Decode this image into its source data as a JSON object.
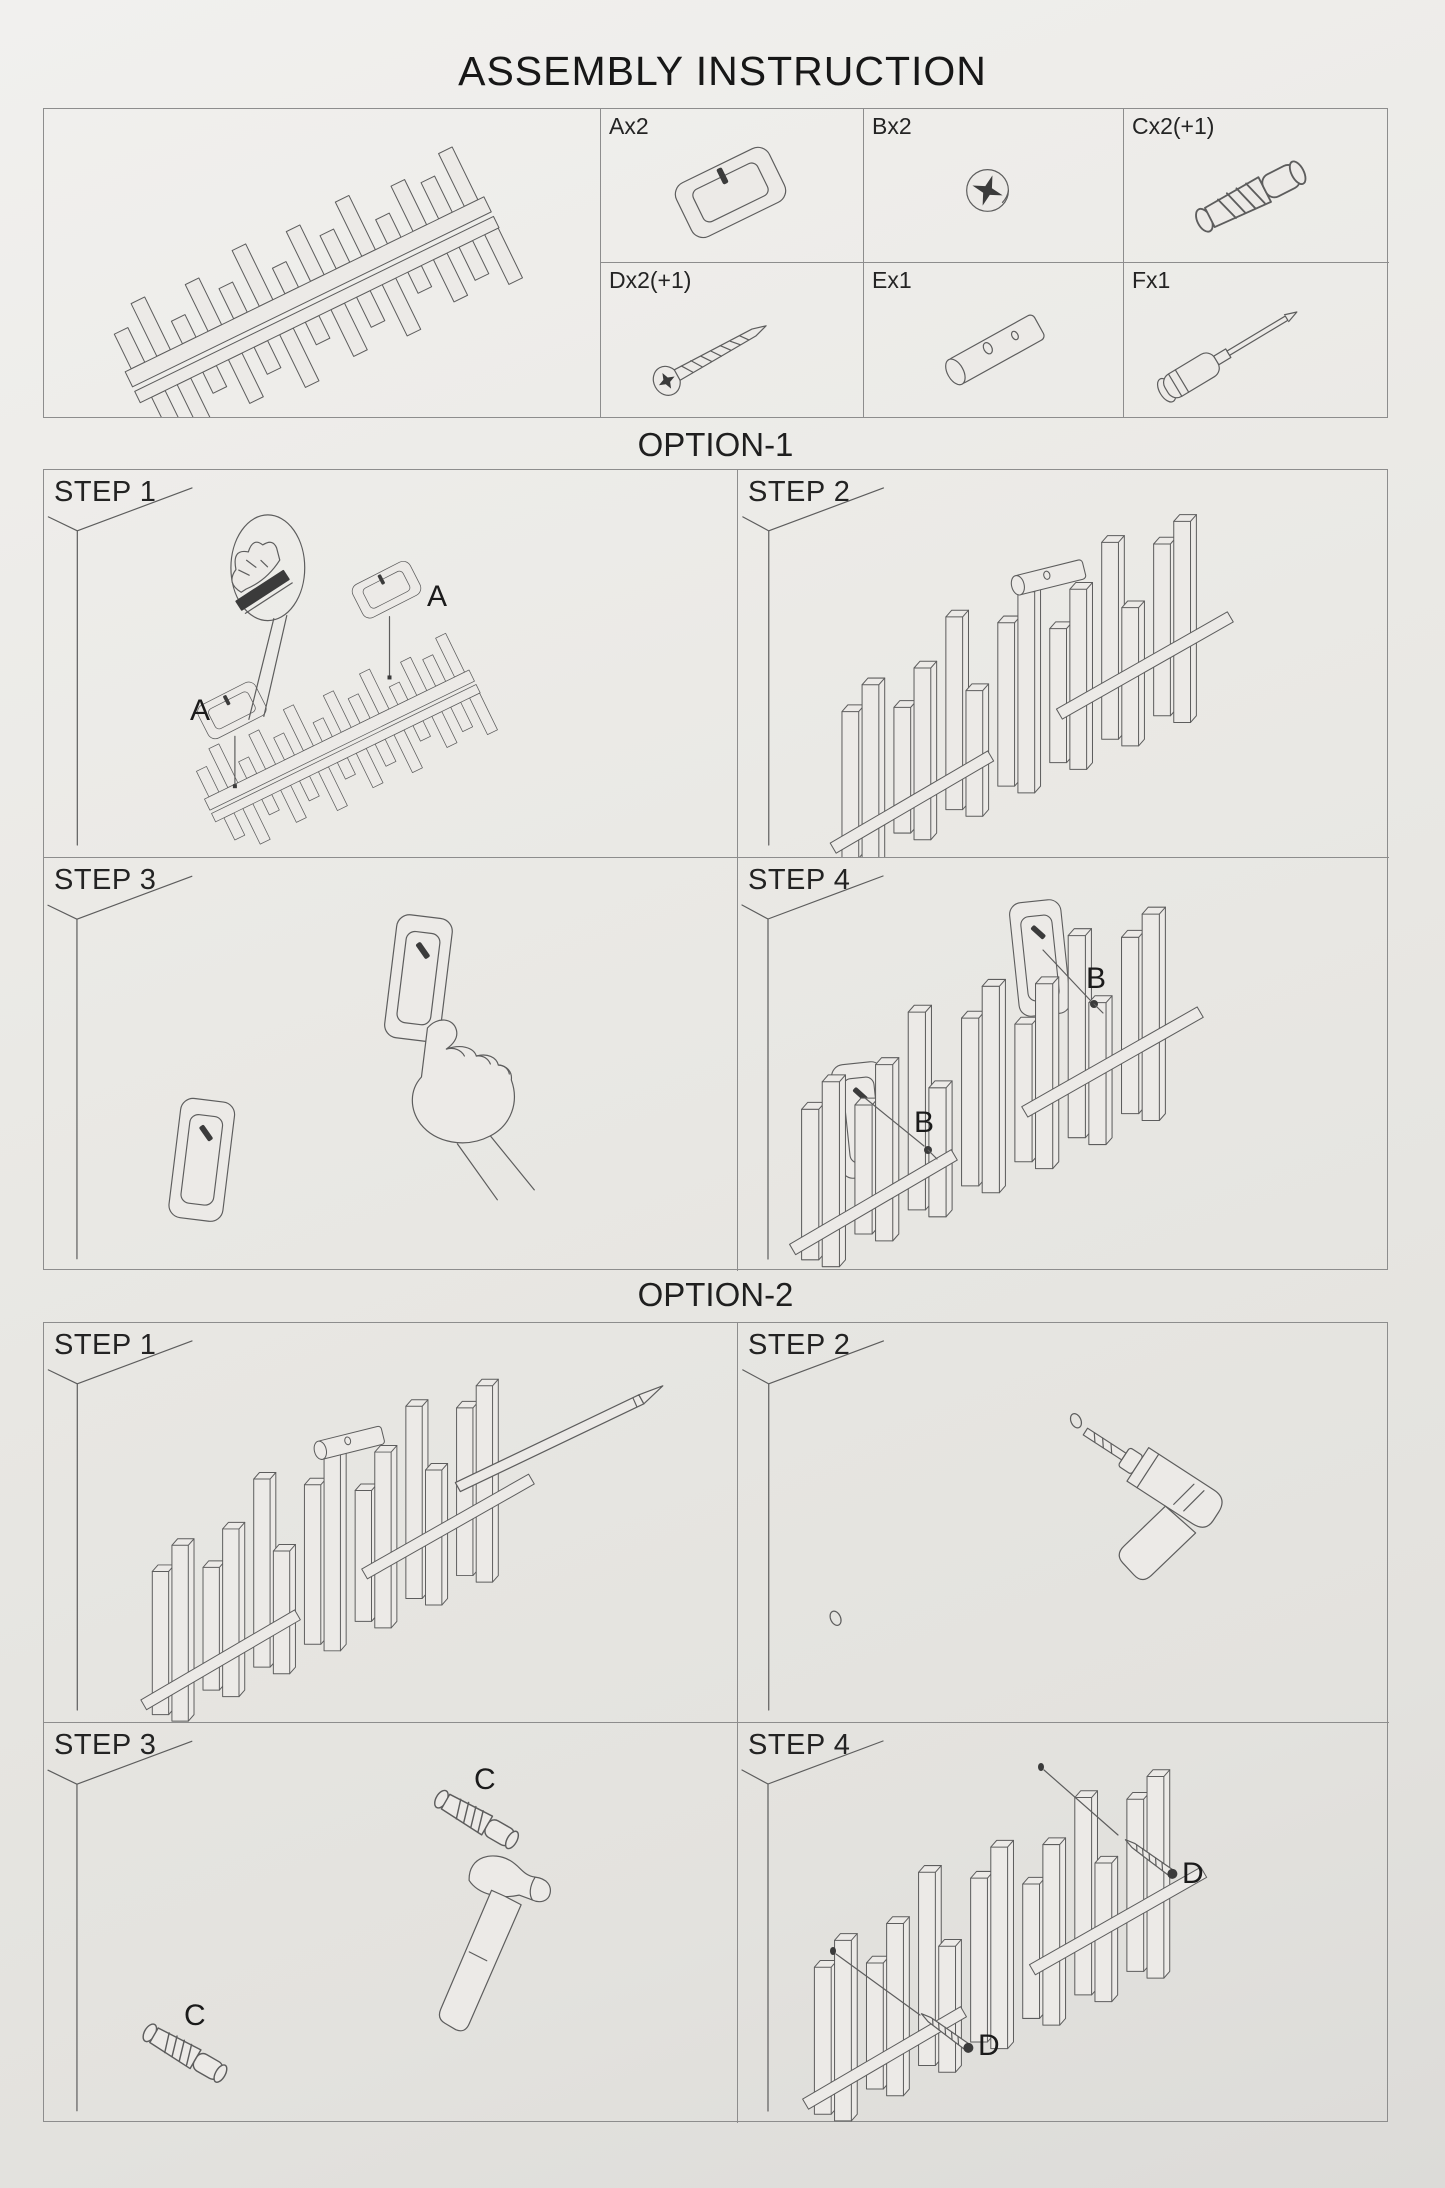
{
  "page": {
    "title": "ASSEMBLY INSTRUCTION"
  },
  "parts": {
    "a_label": "Ax2",
    "b_label": "Bx2",
    "c_label": "Cx2(+1)",
    "d_label": "Dx2(+1)",
    "e_label": "Ex1",
    "f_label": "Fx1",
    "icons": {
      "product": "slatted-coat-rack",
      "a": "keyhole-mounting-plate",
      "b": "countersunk-screw-head",
      "c": "wall-anchor-plug",
      "d": "wood-screw",
      "e": "hanger-peg",
      "f": "screwdriver"
    }
  },
  "option1": {
    "heading": "OPTION-1",
    "steps": [
      {
        "label": "STEP 1",
        "callout1": "A",
        "callout2": "A"
      },
      {
        "label": "STEP 2"
      },
      {
        "label": "STEP 3"
      },
      {
        "label": "STEP 4",
        "callout1": "B",
        "callout2": "B"
      }
    ]
  },
  "option2": {
    "heading": "OPTION-2",
    "steps": [
      {
        "label": "STEP 1"
      },
      {
        "label": "STEP 2"
      },
      {
        "label": "STEP 3",
        "callout1": "C",
        "callout2": "C"
      },
      {
        "label": "STEP 4",
        "callout1": "D",
        "callout2": "D"
      }
    ]
  }
}
